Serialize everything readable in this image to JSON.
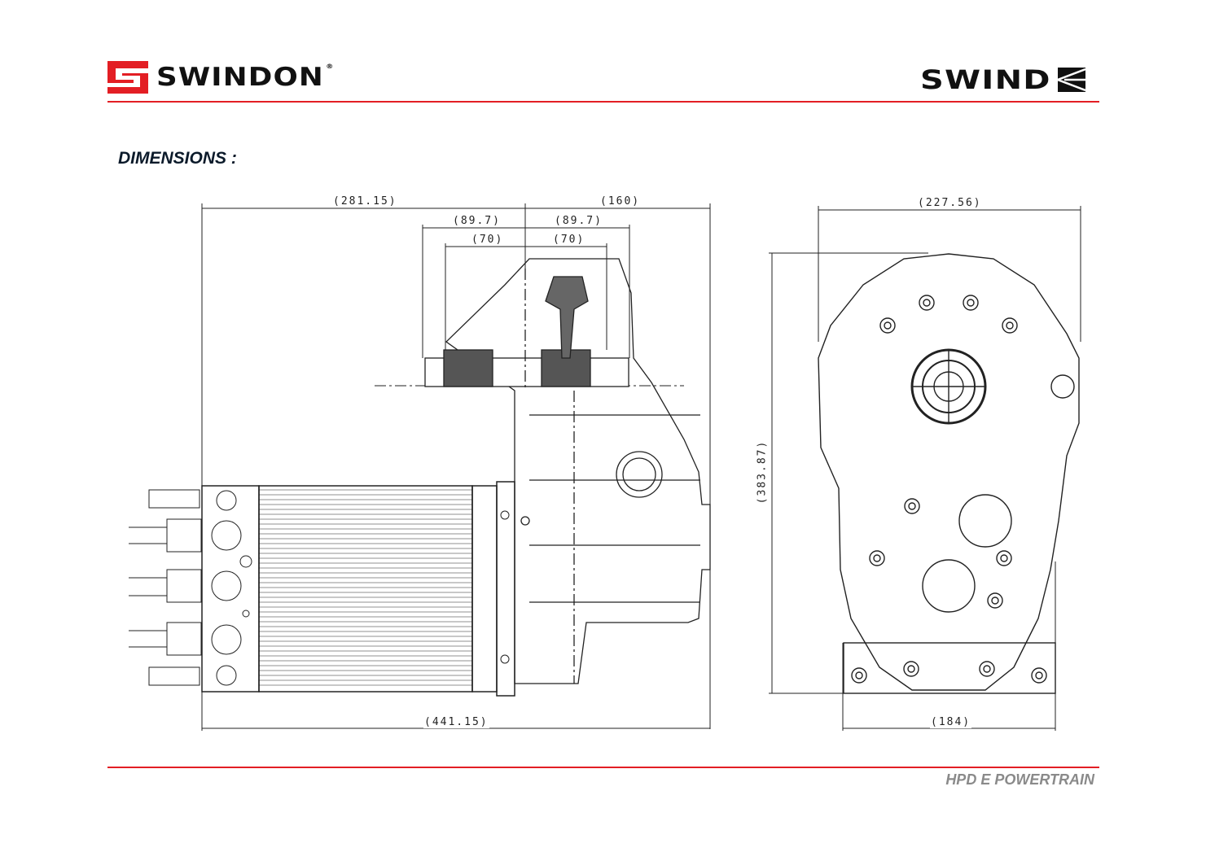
{
  "header": {
    "logo_left_text": "SWINDON",
    "logo_left_registered": "®",
    "logo_right_text": "SWIND",
    "accent_color": "#e31e24"
  },
  "page_title": "DIMENSIONS :",
  "side_view": {
    "dim_top_left": "(281.15)",
    "dim_top_right": "(160)",
    "dim_mid_left": "(89.7)",
    "dim_mid_right": "(89.7)",
    "dim_inner_left": "(70)",
    "dim_inner_right": "(70)",
    "dim_bottom": "(441.15)"
  },
  "front_view": {
    "dim_width_top": "(227.56)",
    "dim_height": "(383.87)",
    "dim_width_bottom": "(184)"
  },
  "footer": {
    "label": "HPD E POWERTRAIN"
  }
}
